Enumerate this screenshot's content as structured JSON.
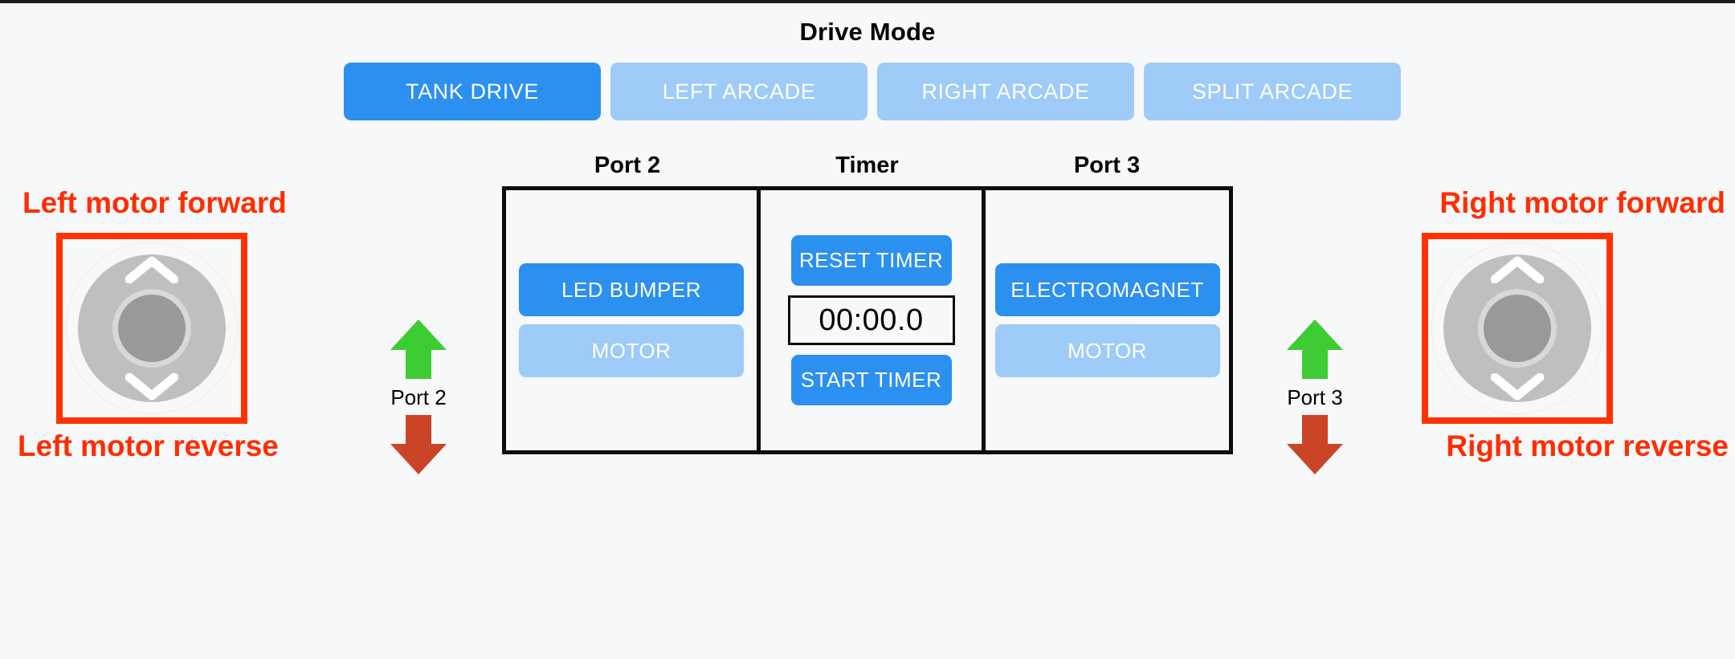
{
  "app": {
    "background_color": "#f7f8fa",
    "accent_color": "#2b90f0",
    "muted_accent_color": "#9ecbf7",
    "annotation_color": "#ff2d00"
  },
  "drive_mode": {
    "title": "Drive Mode",
    "modes": [
      {
        "label": "TANK DRIVE",
        "selected": true
      },
      {
        "label": "LEFT ARCADE",
        "selected": false
      },
      {
        "label": "RIGHT ARCADE",
        "selected": false
      },
      {
        "label": "SPLIT ARCADE",
        "selected": false
      }
    ]
  },
  "center_panel": {
    "columns": [
      {
        "header": "Port 2",
        "buttons": [
          {
            "label": "LED BUMPER",
            "state": "primary"
          },
          {
            "label": "MOTOR",
            "state": "muted"
          }
        ]
      },
      {
        "header": "Timer",
        "reset_label": "RESET TIMER",
        "display_value": "00:00.0",
        "start_label": "START TIMER"
      },
      {
        "header": "Port 3",
        "buttons": [
          {
            "label": "ELECTROMAGNET",
            "state": "primary"
          },
          {
            "label": "MOTOR",
            "state": "muted"
          }
        ]
      }
    ]
  },
  "left_cluster": {
    "forward_annotation": "Left motor forward",
    "reverse_annotation": "Left motor reverse",
    "port_label": "Port 2",
    "forward_arrow_color": "#3dcc33",
    "reverse_arrow_color": "#cc4426"
  },
  "right_cluster": {
    "forward_annotation": "Right motor forward",
    "reverse_annotation": "Right motor reverse",
    "port_label": "Port 3",
    "forward_arrow_color": "#3dcc33",
    "reverse_arrow_color": "#cc4426"
  }
}
